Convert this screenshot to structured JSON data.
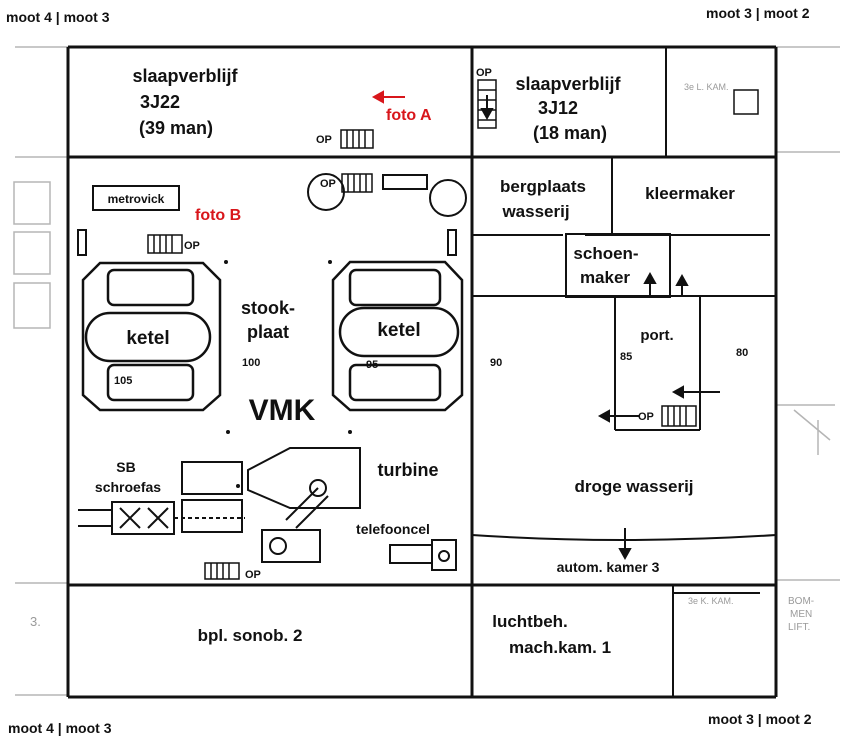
{
  "corner_labels": {
    "top_left": "moot 4 | moot 3",
    "top_right": "moot 3 | moot 2",
    "bottom_left": "moot 4 | moot 3",
    "bottom_right": "moot 3 | moot 2"
  },
  "rooms": {
    "slaapverblijf_3j22": {
      "line1": "slaapverblijf",
      "line2": "3J22",
      "line3": "(39 man)"
    },
    "slaapverblijf_3j12": {
      "line1": "slaapverblijf",
      "line2": "3J12",
      "line3": "(18 man)"
    },
    "bergplaats": {
      "line1": "bergplaats",
      "line2": "wasserij"
    },
    "kleermaker": "kleermaker",
    "schoenmaker": {
      "line1": "schoen-",
      "line2": "maker"
    },
    "port": "port.",
    "droge_wasserij": "droge wasserij",
    "autom_kamer": "autom. kamer 3",
    "bpl_sonob": "bpl. sonob. 2",
    "luchtbeh": {
      "line1": "luchtbeh.",
      "line2": "mach.kam. 1"
    },
    "vmk": "VMK",
    "stookplaat": {
      "line1": "stook-",
      "line2": "plaat"
    },
    "turbine": "turbine",
    "telefooncel": "telefooncel",
    "sb_schroefas": {
      "line1": "SB",
      "line2": "schroefas"
    },
    "metrovick": "metrovick",
    "ketel_left": "ketel",
    "ketel_right": "ketel"
  },
  "photo_labels": {
    "a": "foto A",
    "b": "foto B"
  },
  "op_labels": [
    "OP",
    "OP",
    "OP",
    "OP",
    "OP",
    "OP"
  ],
  "frame_numbers": [
    "105",
    "100",
    "95",
    "90",
    "85",
    "80"
  ],
  "faint_labels": {
    "kam_top": "3e L. KAM.",
    "kam_bottom": "3e K. KAM.",
    "bommen_lift": {
      "line1": "BOM-",
      "line2": "MEN",
      "line3": "LIFT."
    },
    "number_3": "3."
  },
  "colors": {
    "line": "#111111",
    "accent": "#d8161b",
    "faint": "#9a9a9a"
  }
}
